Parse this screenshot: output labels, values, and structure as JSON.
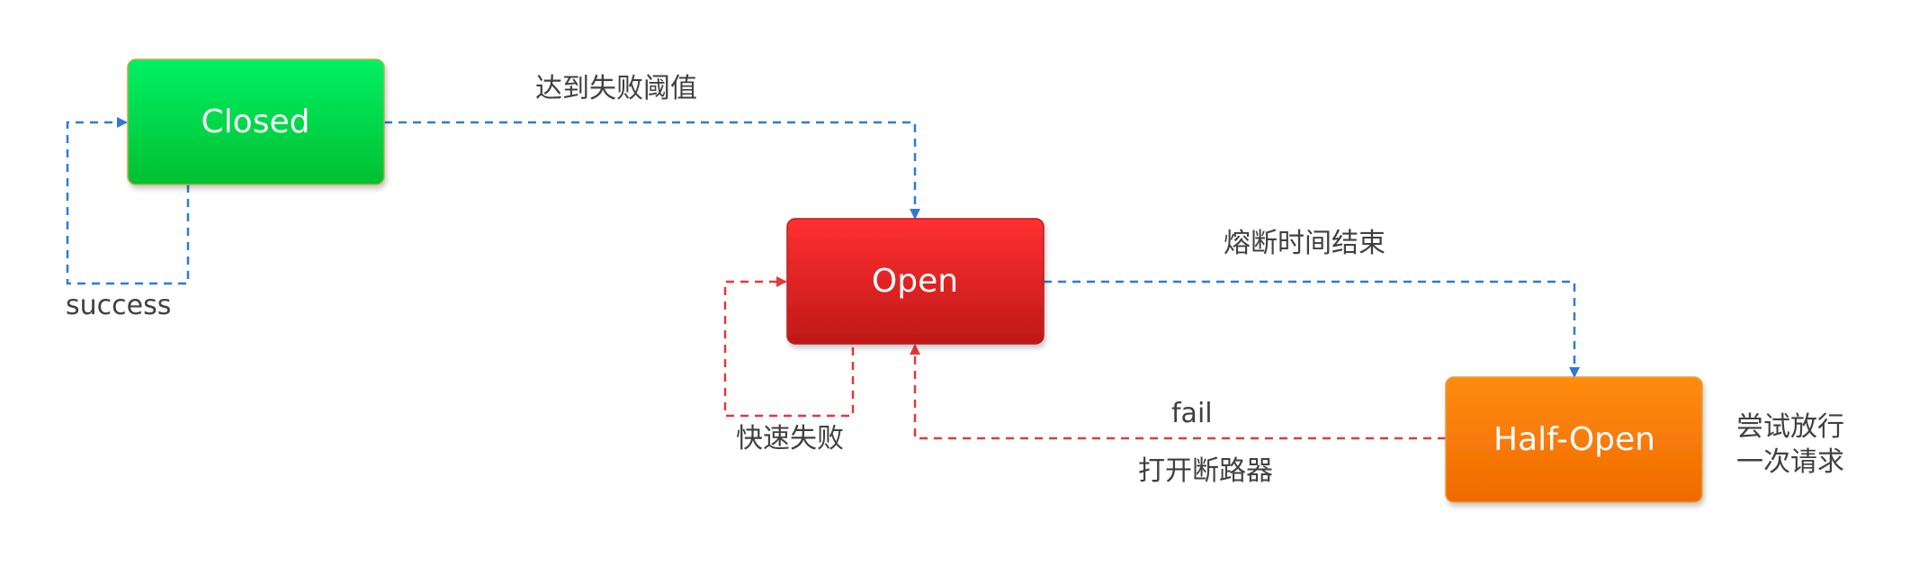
{
  "states": {
    "closed": "Closed",
    "open": "Open",
    "half_open": "Half-Open"
  },
  "transitions": {
    "closed_to_open": "达到失败阈值",
    "closed_self": "success",
    "open_self": "快速失败",
    "open_to_half_open": "熔断时间结束",
    "half_open_to_open_top": "fail",
    "half_open_to_open_bottom": "打开断路器",
    "half_open_note_line1": "尝试放行",
    "half_open_note_line2": "一次请求"
  },
  "colors": {
    "closed_top": "#00F064",
    "closed_bottom": "#00C030",
    "open_top": "#FF3030",
    "open_bottom": "#C01818",
    "half_open_top": "#FF8C10",
    "half_open_bottom": "#F06A00",
    "blue_edge": "#2F7AD6",
    "red_edge": "#E03A3A"
  }
}
